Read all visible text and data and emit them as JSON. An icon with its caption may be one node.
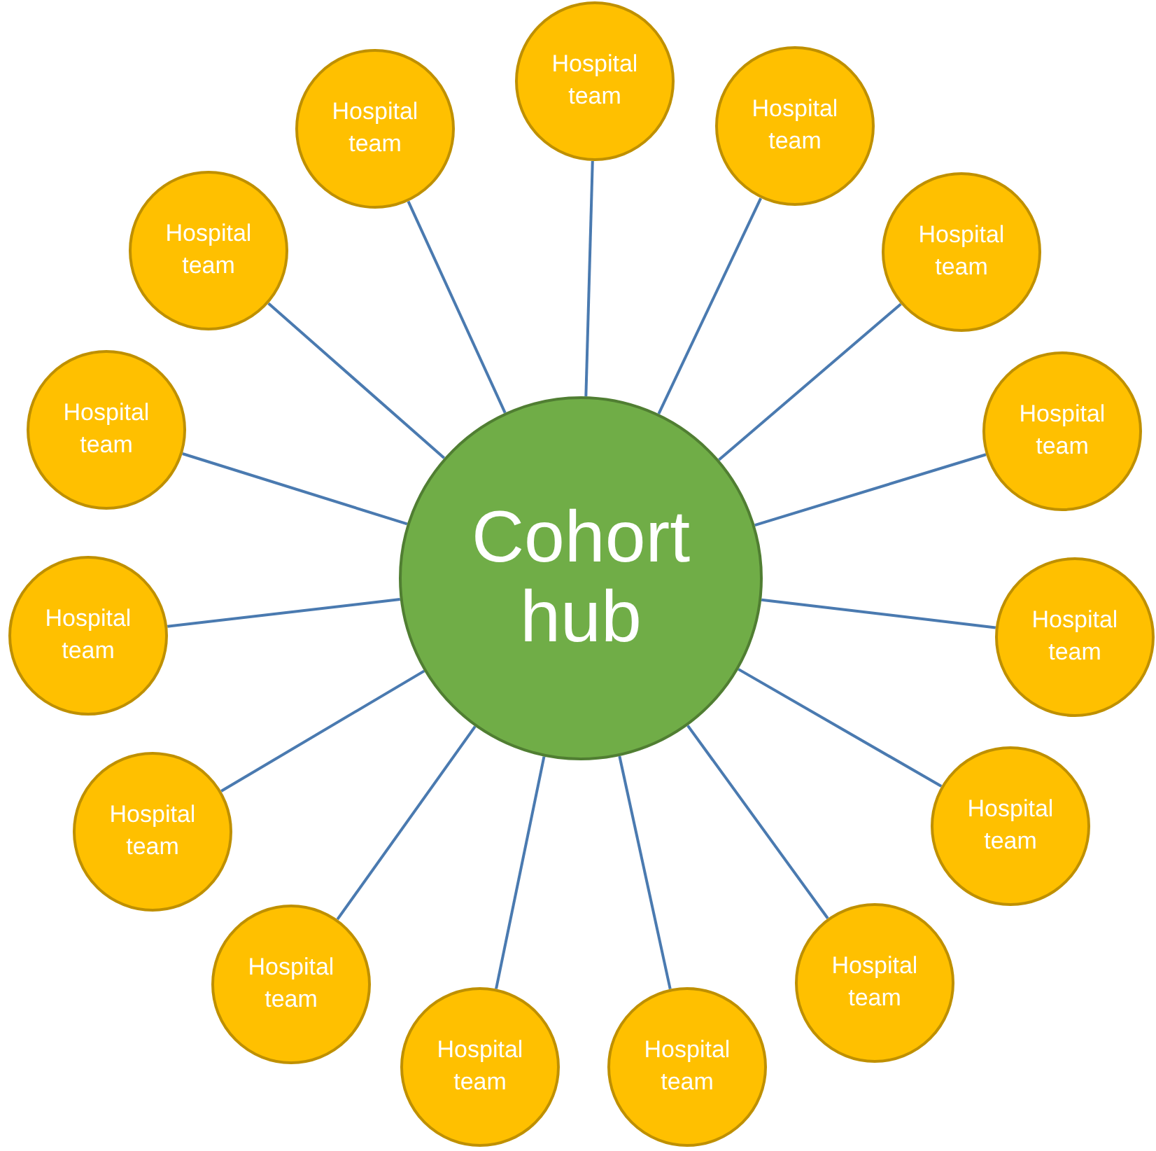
{
  "diagram": {
    "nodes": [
      {
        "text": [
          "Cohort hub"
        ]
      },
      {
        "text": [
          "Hospital team"
        ]
      },
      {
        "text": [
          "Hospital team"
        ]
      },
      {
        "text": [
          "Hospital team"
        ]
      },
      {
        "text": [
          "Hospital team"
        ]
      },
      {
        "text": [
          "Hospital team"
        ]
      },
      {
        "text": [
          "Hospital team"
        ]
      },
      {
        "text": [
          "Hospital team"
        ]
      },
      {
        "text": [
          "Hospital team"
        ]
      },
      {
        "text": [
          "Hospital team"
        ]
      },
      {
        "text": [
          "Hospital team"
        ]
      },
      {
        "text": [
          "Hospital team"
        ]
      },
      {
        "text": [
          "Hospital team"
        ]
      },
      {
        "text": [
          "Hospital team"
        ]
      },
      {
        "text": [
          "Hospital team"
        ]
      },
      {
        "text": [
          "Hospital team"
        ]
      }
    ],
    "edges": [
      {
        "from": 0,
        "to": 1,
        "arrow": "none"
      },
      {
        "from": 0,
        "to": 2,
        "arrow": "none"
      },
      {
        "from": 0,
        "to": 3,
        "arrow": "none"
      },
      {
        "from": 0,
        "to": 4,
        "arrow": "none"
      },
      {
        "from": 0,
        "to": 5,
        "arrow": "none"
      },
      {
        "from": 0,
        "to": 6,
        "arrow": "none"
      },
      {
        "from": 0,
        "to": 7,
        "arrow": "none"
      },
      {
        "from": 0,
        "to": 8,
        "arrow": "none"
      },
      {
        "from": 0,
        "to": 9,
        "arrow": "none"
      },
      {
        "from": 0,
        "to": 10,
        "arrow": "none"
      },
      {
        "from": 0,
        "to": 11,
        "arrow": "none"
      },
      {
        "from": 0,
        "to": 12,
        "arrow": "none"
      },
      {
        "from": 0,
        "to": 13,
        "arrow": "none"
      },
      {
        "from": 0,
        "to": 14,
        "arrow": "none"
      },
      {
        "from": 0,
        "to": 15,
        "arrow": "none"
      }
    ]
  }
}
